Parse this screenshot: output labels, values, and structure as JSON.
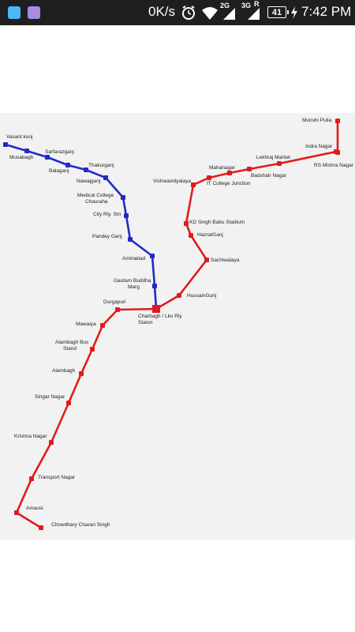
{
  "status_bar": {
    "net_speed": "0K/s",
    "net_2g": "2G",
    "net_3g": "3G",
    "roaming": "R",
    "battery": "41",
    "time": "7:42 PM"
  },
  "colors": {
    "blue_line": "#1f2bc9",
    "red_line": "#e01b1b",
    "map_bg": "#f2f2f2",
    "status_bg": "#1f1f1f"
  },
  "blue_line": {
    "stations": [
      {
        "name": "Vasant kunj"
      },
      {
        "name": "Musabagh"
      },
      {
        "name": "Sarfarazganj"
      },
      {
        "name": "Balaganj"
      },
      {
        "name": "Thakurganj"
      },
      {
        "name": "Nawajganj"
      },
      {
        "name": "Medical College Chauraha"
      },
      {
        "name": "City Rly. Stn"
      },
      {
        "name": "Pandey Ganj"
      },
      {
        "name": "Aminabad"
      },
      {
        "name": "Gautam Buddha Marg"
      },
      {
        "name": "Charbagh / Lko Rly Staion"
      }
    ]
  },
  "red_line": {
    "stations": [
      {
        "name": "Munshi Pulia"
      },
      {
        "name": "Indra Nagar"
      },
      {
        "name": "RS Mishra Nagar"
      },
      {
        "name": "Lekhraj Market"
      },
      {
        "name": "Badshah Nagar"
      },
      {
        "name": "Mahanagar"
      },
      {
        "name": "IT College Junction"
      },
      {
        "name": "Vishwavidyalaya"
      },
      {
        "name": "KD Singh Babu Stadium"
      },
      {
        "name": "HazratGanj"
      },
      {
        "name": "Sachiwalaya"
      },
      {
        "name": "HussainGunj"
      },
      {
        "name": "Charbagh / Lko Rly Staion"
      },
      {
        "name": "Durgapuri"
      },
      {
        "name": "Mawaiya"
      },
      {
        "name": "Alambagh Bus Stand"
      },
      {
        "name": "Alambagh"
      },
      {
        "name": "Singar Nagar"
      },
      {
        "name": "Krishna Nagar"
      },
      {
        "name": "Transport Nagar"
      },
      {
        "name": "Amausi"
      },
      {
        "name": "Chowdhary Charan Singh"
      }
    ]
  }
}
